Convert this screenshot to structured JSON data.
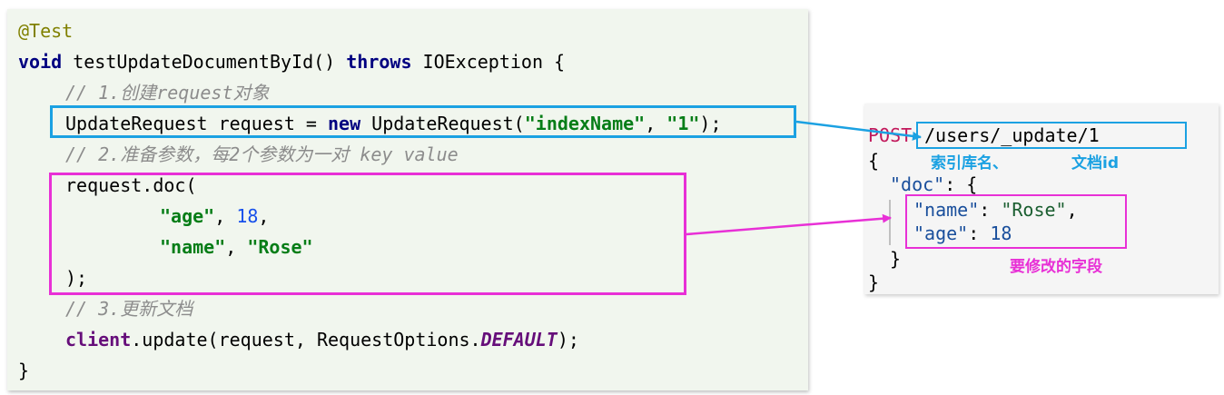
{
  "code": {
    "annotation": "@Test",
    "method_kw": "void",
    "method_name": " testUpdateDocumentById() ",
    "throws_kw": "throws",
    "exception": " IOException {",
    "comment1": "// 1.创建request对象",
    "line4_pre": "UpdateRequest request = ",
    "new_kw": "new",
    "line4_ctor": " UpdateRequest(",
    "index_str": "\"indexName\"",
    "comma1": ", ",
    "id_str": "\"1\"",
    "line4_end": ");",
    "comment2": "// 2.准备参数，每2个参数为一对 key value",
    "doc_call": "request.doc(",
    "age_key": "\"age\"",
    "age_sep": ", ",
    "age_val": "18",
    "age_end": ",",
    "name_key": "\"name\"",
    "name_sep": ", ",
    "name_val": "\"Rose\"",
    "doc_close": ");",
    "comment3": "// 3.更新文档",
    "client_field": "client",
    "update_call": ".update(request, RequestOptions.",
    "default_const": "DEFAULT",
    "update_end": ");",
    "close_brace": "}"
  },
  "request": {
    "method": "POST",
    "url": "/users/_update/1",
    "open_brace": "{",
    "doc_key": "\"doc\"",
    "doc_sep": ": {",
    "name_key": "\"name\"",
    "name_sep": ": ",
    "name_val": "\"Rose\"",
    "name_end": ",",
    "age_key": "\"age\"",
    "age_sep": ": ",
    "age_val": "18",
    "inner_close": "}",
    "outer_close": "}"
  },
  "labels": {
    "index_name": "索引库名、",
    "doc_id": "文档id",
    "fields": "要修改的字段"
  },
  "colors": {
    "cyan_highlight": "#1ba1e2",
    "pink_highlight": "#e830d6",
    "code_background": "#f1f6ee"
  }
}
